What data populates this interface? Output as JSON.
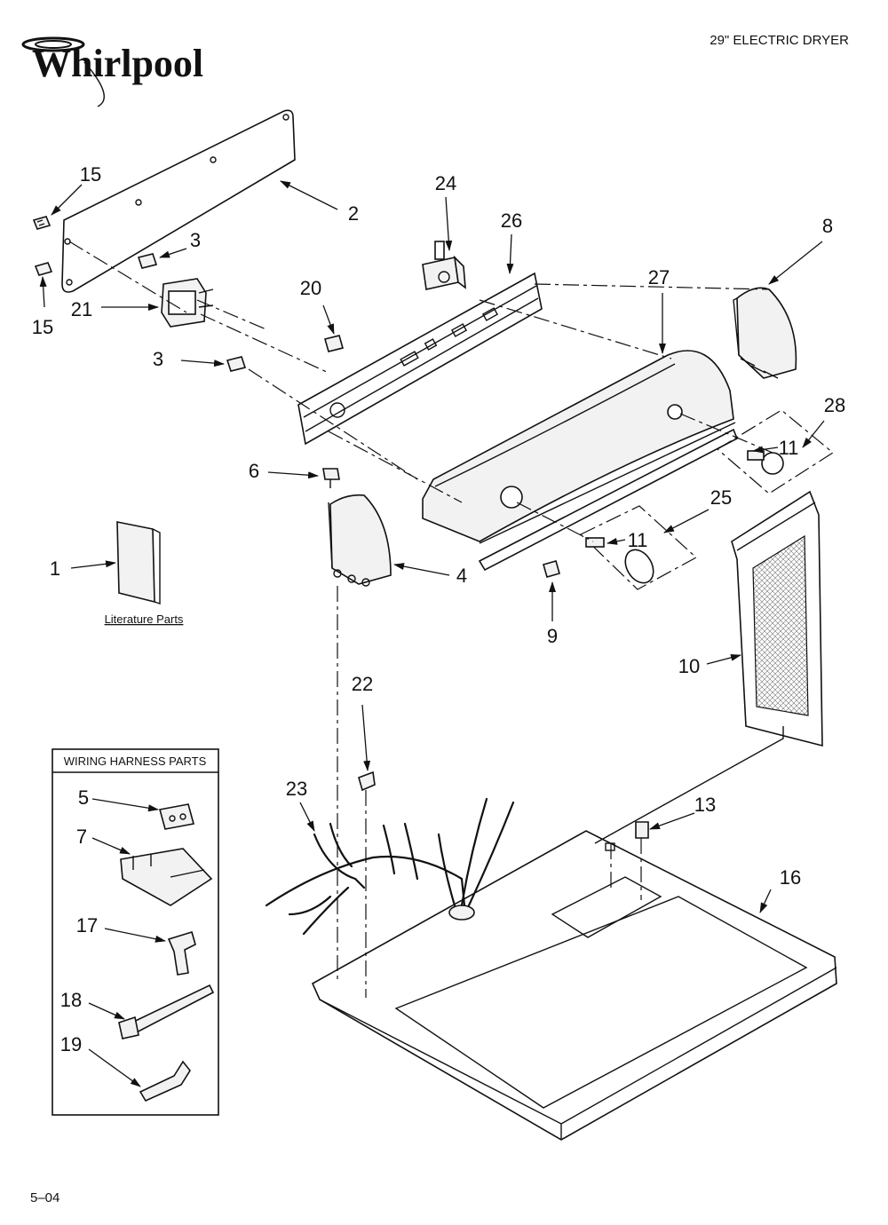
{
  "brand": "Whirlpool",
  "header_title": "29\" ELECTRIC DRYER",
  "page_code": "5–04",
  "literature_label": "Literature Parts",
  "wiring_box_title": "WIRING HARNESS PARTS",
  "callouts": {
    "c1": "1",
    "c2": "2",
    "c3a": "3",
    "c3b": "3",
    "c4": "4",
    "c5": "5",
    "c6": "6",
    "c7": "7",
    "c8": "8",
    "c9": "9",
    "c10": "10",
    "c11a": "11",
    "c11b": "11",
    "c13": "13",
    "c15a": "15",
    "c15b": "15",
    "c16": "16",
    "c17": "17",
    "c18": "18",
    "c19": "19",
    "c20": "20",
    "c21": "21",
    "c22": "22",
    "c23": "23",
    "c24": "24",
    "c25": "25",
    "c26": "26",
    "c27": "27",
    "c28": "28"
  }
}
